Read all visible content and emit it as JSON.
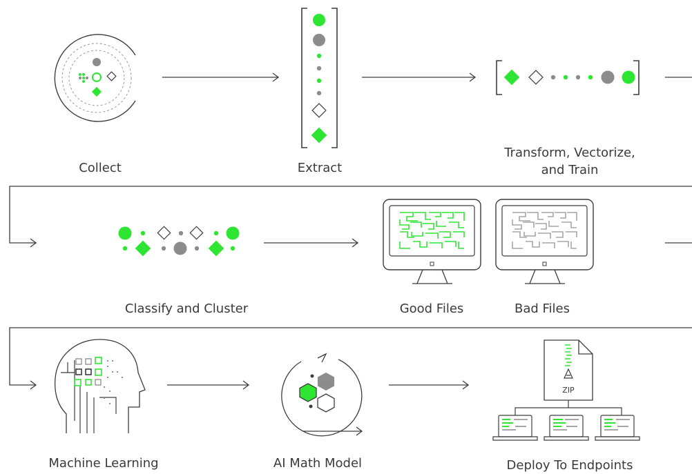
{
  "colors": {
    "green": "#2ee632",
    "gray": "#8c8c8c",
    "line": "#3c3c3c",
    "light": "#bdbdbd"
  },
  "steps": [
    {
      "label": "Collect"
    },
    {
      "label": "Extract"
    },
    {
      "label": "Transform, Vectorize,",
      "label2": "and Train"
    },
    {
      "label": "Classify and Cluster"
    },
    {
      "label": "Good Files"
    },
    {
      "label": "Bad Files"
    },
    {
      "label": "Machine Learning"
    },
    {
      "label": "AI Math Model"
    },
    {
      "label": "Deploy To Endpoints"
    }
  ],
  "zip_label": "ZIP"
}
